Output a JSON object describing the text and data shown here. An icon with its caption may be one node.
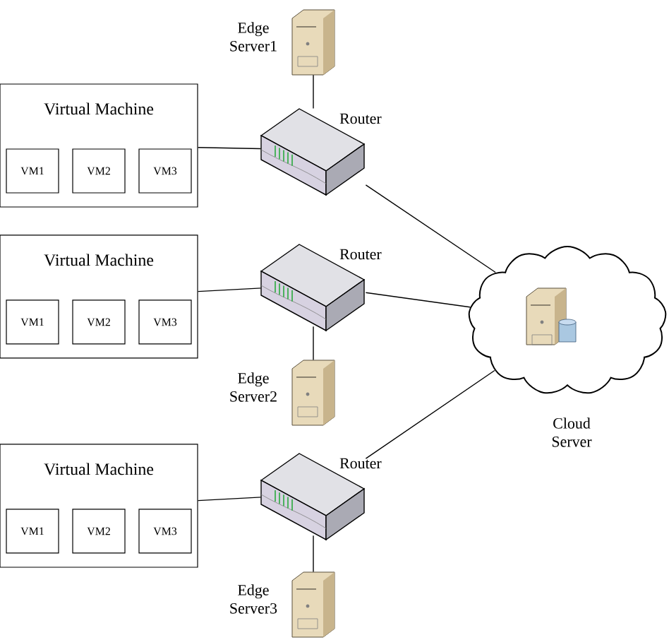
{
  "diagram": {
    "nodes": [
      {
        "text": [
          "Edge Server1"
        ]
      },
      {
        "text": [
          "Virtual Machine"
        ]
      },
      {
        "text": [
          "VM1"
        ],
        "in": 1
      },
      {
        "text": [
          "VM2"
        ],
        "in": 1
      },
      {
        "text": [
          "VM3"
        ],
        "in": 1
      },
      {
        "text": [
          "Router"
        ]
      },
      {
        "text": [
          "Virtual Machine"
        ]
      },
      {
        "text": [
          "VM1"
        ],
        "in": 6
      },
      {
        "text": [
          "VM2"
        ],
        "in": 6
      },
      {
        "text": [
          "VM3"
        ],
        "in": 6
      },
      {
        "text": [
          "Router"
        ]
      },
      {
        "text": [
          "Edge Server2"
        ]
      },
      {
        "text": [
          "Cloud Server"
        ]
      },
      {
        "text": [
          "Virtual Machine"
        ]
      },
      {
        "text": [
          "VM1"
        ],
        "in": 13
      },
      {
        "text": [
          "VM2"
        ],
        "in": 13
      },
      {
        "text": [
          "VM3"
        ],
        "in": 13
      },
      {
        "text": [
          "Router"
        ]
      },
      {
        "text": [
          "Edge Server3"
        ]
      }
    ],
    "edges": [
      {
        "from": 0,
        "to": 5,
        "arrow": "none"
      },
      {
        "from": 1,
        "to": 5,
        "arrow": "none"
      },
      {
        "from": 5,
        "to": 12,
        "arrow": "none"
      },
      {
        "from": 6,
        "to": 10,
        "arrow": "none"
      },
      {
        "from": 10,
        "to": 11,
        "arrow": "none"
      },
      {
        "from": 10,
        "to": 12,
        "arrow": "none"
      },
      {
        "from": 13,
        "to": 17,
        "arrow": "none"
      },
      {
        "from": 17,
        "to": 12,
        "arrow": "none"
      },
      {
        "from": 17,
        "to": 18,
        "arrow": "none"
      }
    ]
  }
}
